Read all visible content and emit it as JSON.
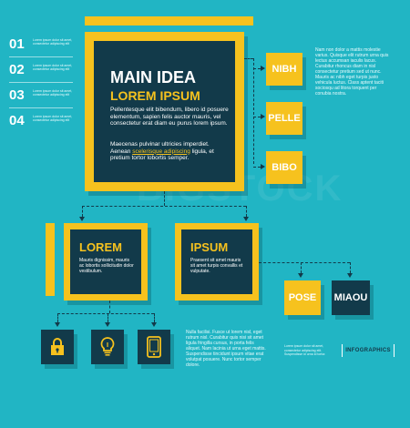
{
  "watermark": "BIGSTOCK",
  "numbers": [
    "01",
    "02",
    "03",
    "04"
  ],
  "number_captions": [
    "Lorem ipsum dolor sit amet, consectetur adipiscing elit",
    "Lorem ipsum dolor sit amet, consectetur adipiscing elit",
    "Lorem ipsum dolor sit amet, consectetur adipiscing elit",
    "Lorem ipsum dolor sit amet, consectetur adipiscing elit"
  ],
  "main": {
    "title": "MAIN IDEA",
    "subtitle": "LOREM IPSUM",
    "para1": "Pellentesque elit bibendum, libero id posuere elementum, sapien felis auctor mauris, vel consectetur erat diam eu purus lorem ipsum.",
    "para2_a": "Maecenas pulvinar ultricies imperdiet. Aenean ",
    "para2_highlight": "scelerisque adipiscing",
    "para2_b": " ligula, et pretium tortor lobortis semper."
  },
  "right_boxes": [
    "NIBH",
    "PELLE",
    "BIBO"
  ],
  "right_text": "Nam non dolor a mattis molestie varius. Quisque elit rutrum urna quis lectus accumsan iaculis lacus. Curabitur rhoncus diam in nisl consectetur pretium sed ut nunc. Mauris ac nibh eget turpis justo vehicula luctus. Class aptent taciti sociosqu ad litora torquent per conubia nostra.",
  "lorem_box": {
    "title": "LOREM",
    "text": "Mauris dignissim, mauris ac lobortis sollicitudin dolor vestibulum."
  },
  "ipsum_box": {
    "title": "IPSUM",
    "text": "Praesent sit amet mauris sit amet turpis convallis et vulputate."
  },
  "bottom_boxes": [
    "POSE",
    "MIAOU"
  ],
  "bottom_text": "Nulla facilisi. Fusce ut lorem nisl, eget rutrum nisl. Curabitur quis nisi sit amet ligula fringilla cursus, in porta felis aliquet. Nam lacinia ut urna eget mattis. Suspendisse tincidunt ipsum vitae erat volutpat posuere. Nunc tortor semper dolore.",
  "footer_text": "Lorem ipsum dolor sit amet, consectetur adipiscing elit. Suspendisse id urna id tortor.",
  "infographics_label": "INFOGRAPHICS",
  "icons": [
    "lock-icon",
    "lightbulb-icon",
    "tablet-icon"
  ],
  "colors": {
    "background": "#21b5c4",
    "navy": "#123a4a",
    "yellow": "#f6c21e"
  }
}
